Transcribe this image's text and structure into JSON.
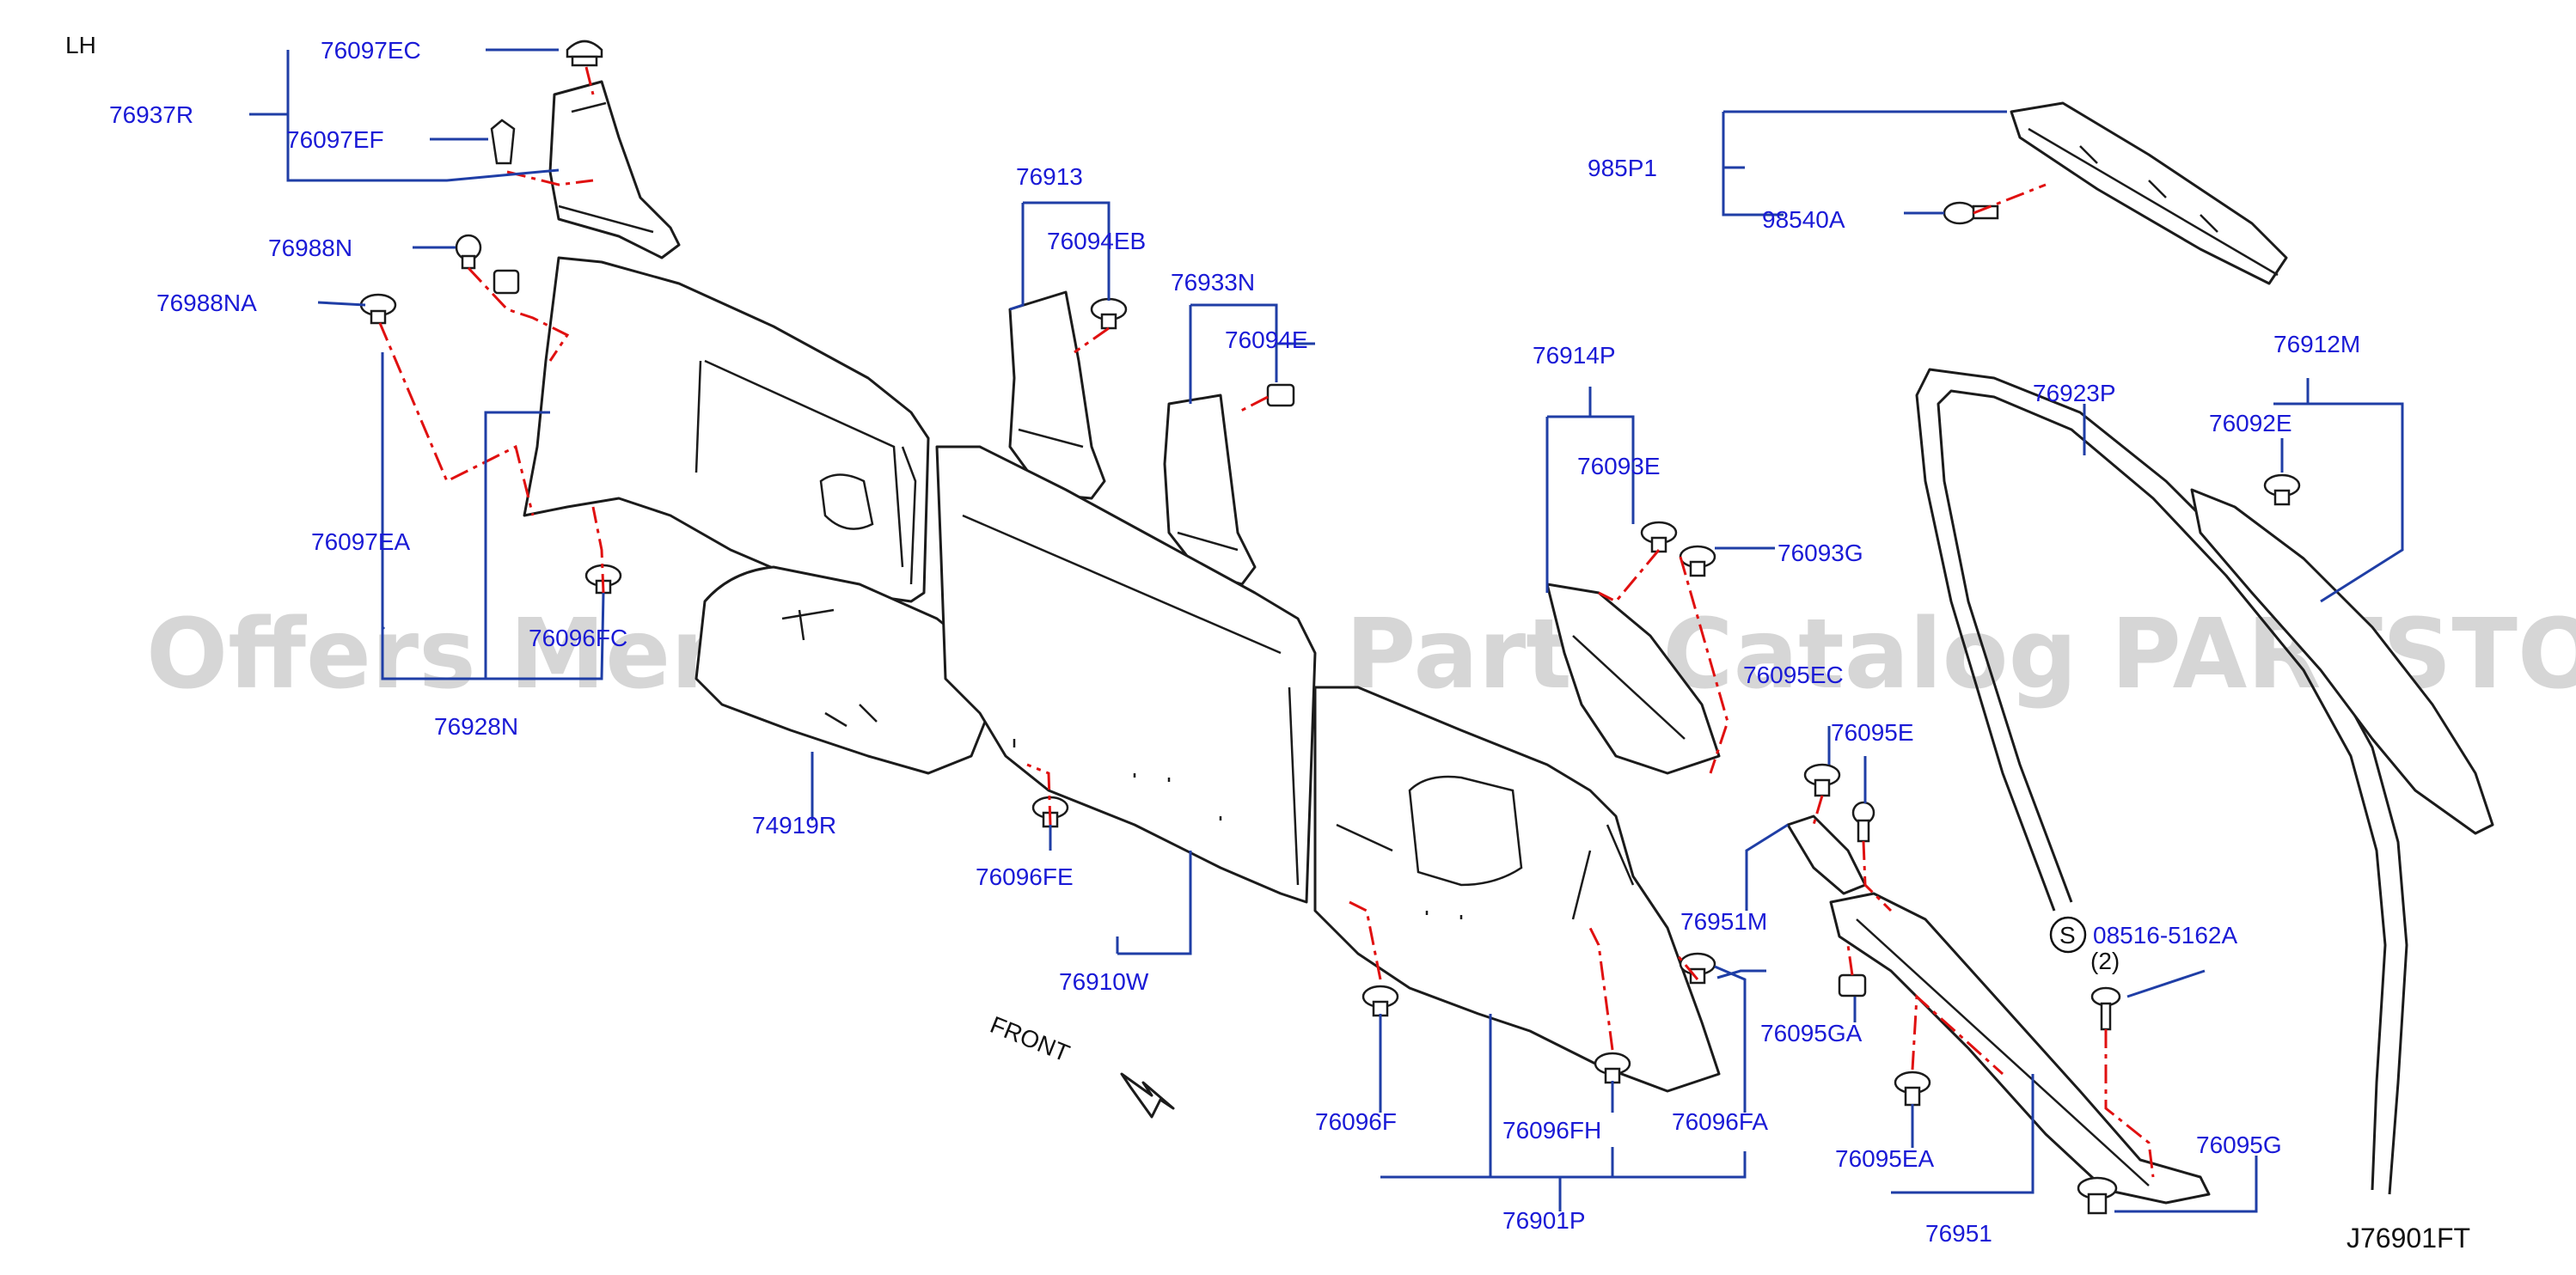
{
  "diagram": {
    "side_label": "LH",
    "figure_code": "J76901FT",
    "front_label": "FRONT",
    "watermark": "Offers Merchant Auto Parts Catalog PARTSTORE.SA",
    "screw_symbol": "S",
    "screw_qty": "(2)"
  },
  "labels": {
    "p76097EC": "76097EC",
    "p76937R": "76937R",
    "p76097EF": "76097EF",
    "p76988N": "76988N",
    "p76988NA": "76988NA",
    "p76097EA": "76097EA",
    "p76096FC": "76096FC",
    "p76928N": "76928N",
    "p74919R": "74919R",
    "p76913": "76913",
    "p76094EB": "76094EB",
    "p76933N": "76933N",
    "p76094E": "76094E",
    "p76096FE": "76096FE",
    "p76910W": "76910W",
    "p76914P": "76914P",
    "p76093E": "76093E",
    "p76093G": "76093G",
    "p985P1": "985P1",
    "p98540A": "98540A",
    "p76923P": "76923P",
    "p76912M": "76912M",
    "p76092E": "76092E",
    "p76095EC": "76095EC",
    "p76095E": "76095E",
    "p76951M": "76951M",
    "p76095GA": "76095GA",
    "p08516": "08516-5162A",
    "p76095EA": "76095EA",
    "p76095G": "76095G",
    "p76951": "76951",
    "p76096F": "76096F",
    "p76096FH": "76096FH",
    "p76096FA": "76096FA",
    "p76901P": "76901P"
  }
}
